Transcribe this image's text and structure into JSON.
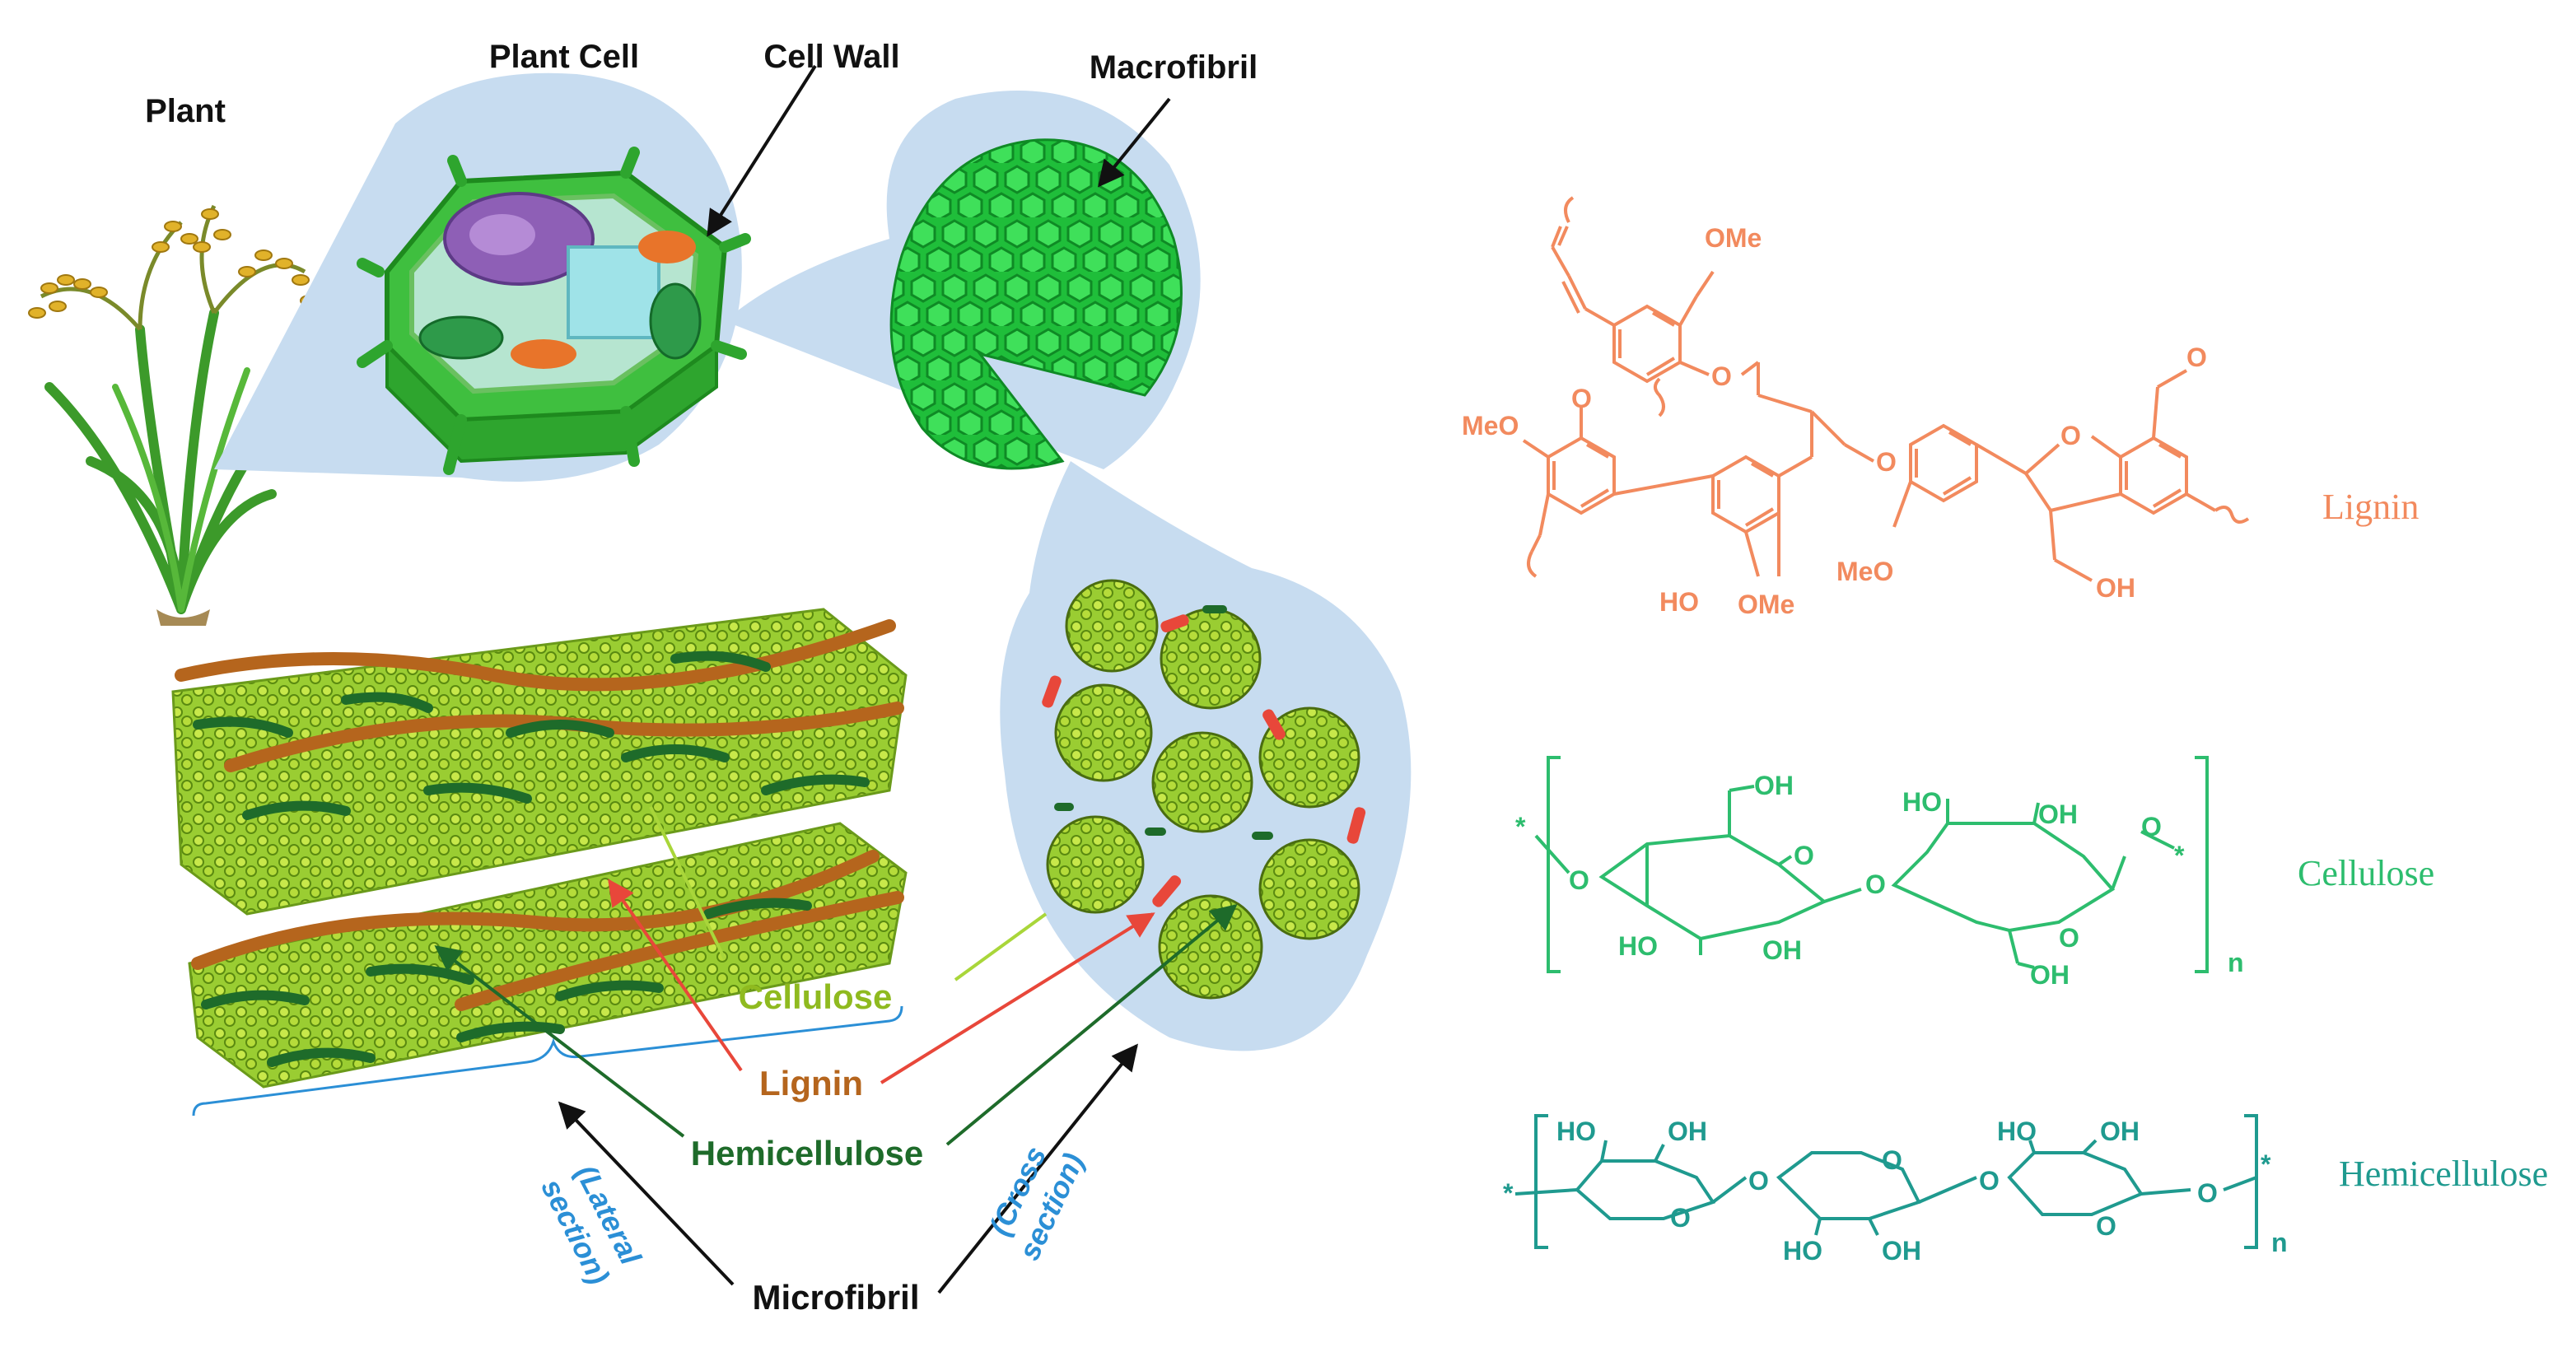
{
  "labels": {
    "plant": "Plant",
    "plant_cell": "Plant Cell",
    "cell_wall": "Cell Wall",
    "macrofibril": "Macrofibril",
    "cellulose": "Cellulose",
    "lignin": "Lignin",
    "hemicellulose": "Hemicellulose",
    "microfibril": "Microfibril",
    "lateral_1": "(Lateral",
    "lateral_2": "section)",
    "cross_1": "(Cross",
    "cross_2": "section)"
  },
  "structures": {
    "lignin": {
      "name": "Lignin",
      "color": "#f28a5e",
      "groups": {
        "ome": "OMe",
        "meo": "MeO",
        "o": "O",
        "ho": "HO",
        "oh": "OH"
      }
    },
    "cellulose": {
      "name": "Cellulose",
      "color": "#2dbd6e",
      "groups": {
        "oh": "OH",
        "ho": "HO",
        "o": "O",
        "n": "n",
        "star": "*"
      }
    },
    "hemicellulose": {
      "name": "Hemicellulose",
      "color": "#1f9a8f",
      "groups": {
        "oh": "OH",
        "ho": "HO",
        "o": "O",
        "n": "n",
        "star": "*"
      }
    }
  },
  "colors": {
    "bubble": "#c7dcf0",
    "cellulose_green": "#8fc31f",
    "hemicellulose_green": "#1e6b2a",
    "lignin_brown": "#b5651d",
    "lignin_red": "#e8473a",
    "section_blue": "#2b8fd6"
  }
}
